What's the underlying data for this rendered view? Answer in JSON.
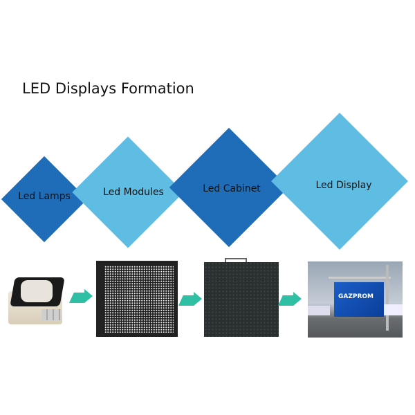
{
  "title": "LED Displays Formation",
  "colors": {
    "dark": "#1f6db8",
    "light": "#5fbde3",
    "arrow": "#2ebfa5"
  },
  "steps": [
    {
      "label": "Led Lamps"
    },
    {
      "label": "Led Modules"
    },
    {
      "label": "Led Cabinet"
    },
    {
      "label": "Led Display"
    }
  ],
  "photo_display_sign": "GAZPROM"
}
